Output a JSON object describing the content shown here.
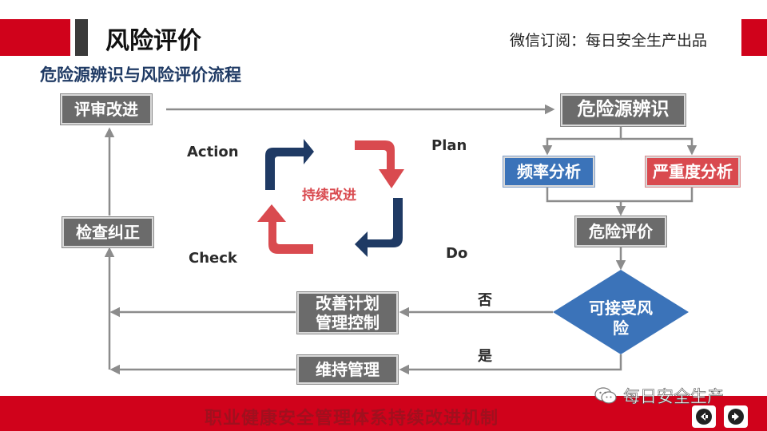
{
  "header": {
    "title": "风险评价",
    "subtitle": "微信订阅：每日安全生产出品",
    "section_title": "危险源辨识与风险评价流程"
  },
  "nodes": {
    "review": "评审改进",
    "hazard_id": "危险源辨识",
    "frequency": "频率分析",
    "severity": "严重度分析",
    "risk_eval": "危险评价",
    "acceptable": "可接受风险",
    "improve_plan_1": "改善计划",
    "improve_plan_2": "管理控制",
    "maintain": "维持管理",
    "check": "检查纠正"
  },
  "edges": {
    "no": "否",
    "yes": "是"
  },
  "cycle": {
    "center": "持续改进",
    "plan": "Plan",
    "do": "Do",
    "check": "Check",
    "action": "Action"
  },
  "footer": {
    "text": "职业健康安全管理体系持续改进机制",
    "watermark": "每日安全生产"
  },
  "colors": {
    "brand_red": "#d0021b",
    "box_grey": "#6b6b6b",
    "box_blue": "#3b73b9",
    "box_red": "#d94a4f",
    "arrow_navy": "#1f3a64",
    "arrow_red": "#d94a4f",
    "diamond": "#3b73b9",
    "connector": "#8c8c8c"
  },
  "icons": {
    "prev": "arrow-left-icon",
    "next": "arrow-right-icon",
    "wechat": "wechat-icon"
  }
}
